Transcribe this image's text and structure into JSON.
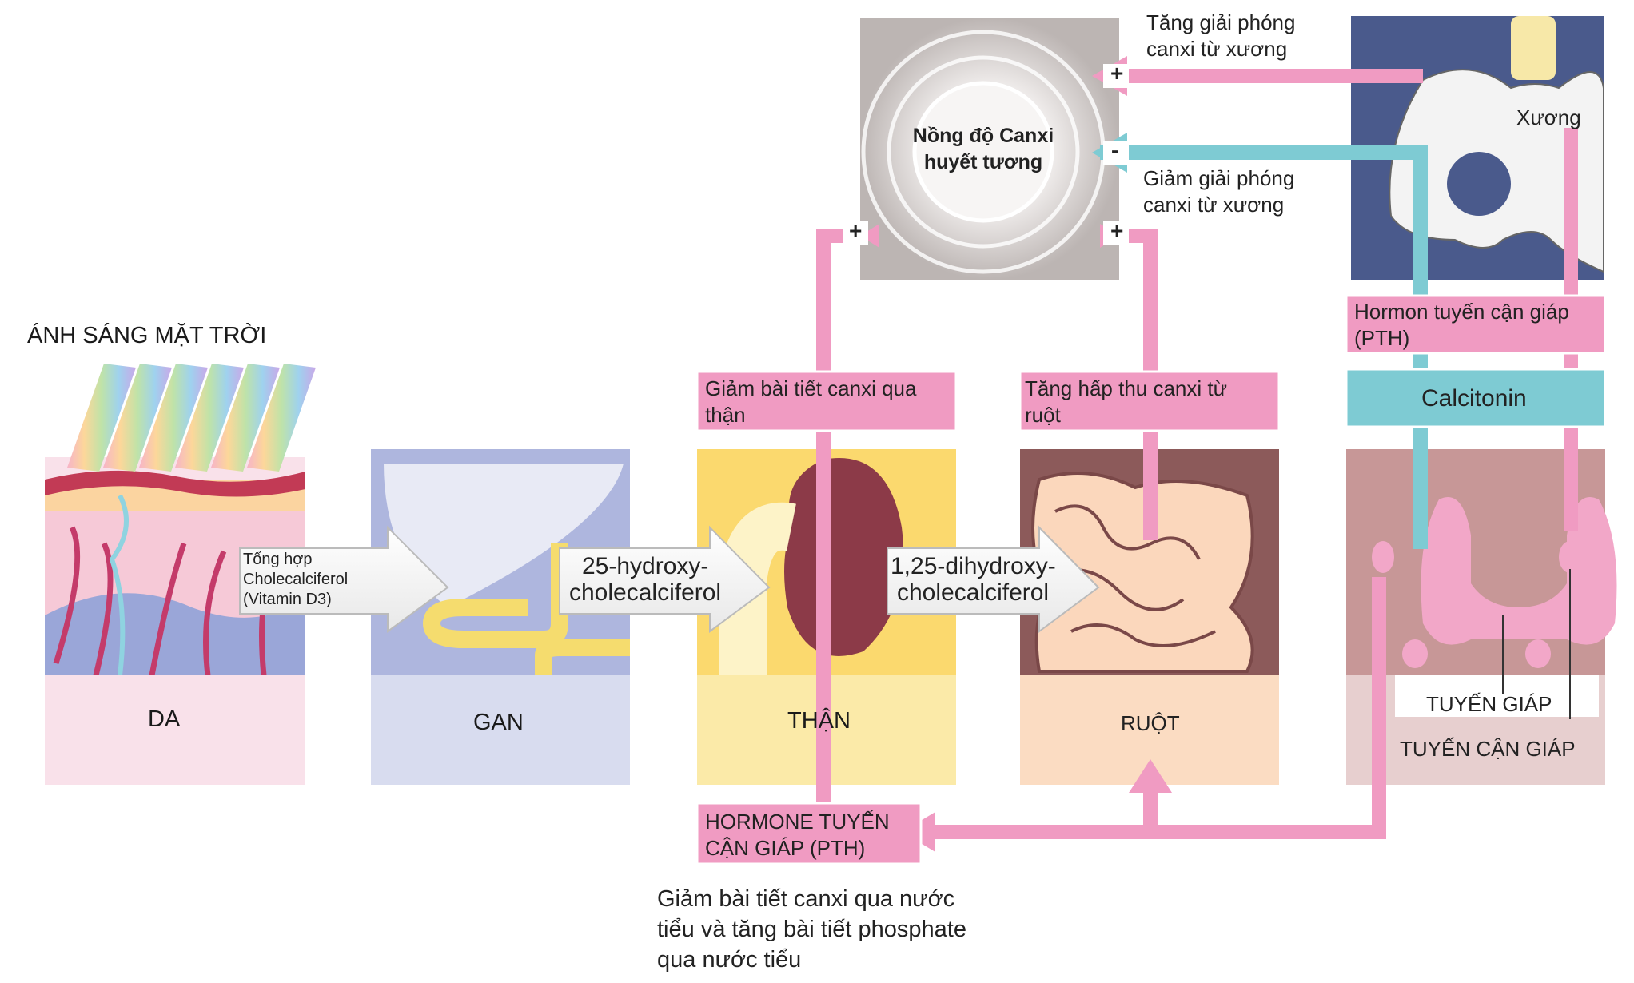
{
  "title": "ÁNH SÁNG MẶT TRỜI",
  "organs": {
    "skin": "DA",
    "liver": "GAN",
    "kidney": "THẬN",
    "intestine": "RUỘT",
    "thyroid": "TUYẾN GIÁP",
    "parathyroid": "TUYẾN CẬN GIÁP",
    "bone": "Xương"
  },
  "arrows": {
    "synthesis": [
      "Tổng hợp",
      "Cholecalciferol",
      "(Vitamin D3)"
    ],
    "hydroxy25": [
      "25-hydroxy-",
      "cholecalciferol"
    ],
    "dihydroxy": [
      "1,25-dihydroxy-",
      "cholecalciferol"
    ]
  },
  "plasma_calcium": [
    "Nồng độ Canxi",
    "huyết tương"
  ],
  "bone_effects": {
    "increase": [
      "Tăng giải phóng",
      "canxi từ xương"
    ],
    "decrease": [
      "Giảm giải phóng",
      "canxi từ xương"
    ]
  },
  "signs": {
    "plus": "+",
    "minus": "-"
  },
  "boxes": {
    "kidney_effect": [
      "Giảm bài tiết canxi qua",
      "thận"
    ],
    "intestine_effect": [
      "Tăng hấp thu canxi từ",
      "ruột"
    ],
    "pth_top": [
      "Hormon tuyến cận giáp",
      "(PTH)"
    ],
    "calcitonin": "Calcitonin",
    "pth_bottom": [
      "HORMONE TUYẾN",
      "CẬN GIÁP (PTH)"
    ]
  },
  "footnote": [
    "Giảm bài tiết canxi qua nước",
    "tiểu và tăng bài tiết phosphate",
    "qua nước tiểu"
  ],
  "colors": {
    "pink": "#f09bc2",
    "teal": "#7ecbd3",
    "skin_panel": "#f9e1ea",
    "liver_panel": "#d8dcef",
    "kidney_panel": "#fbeaa8",
    "intestine_panel": "#fbdcc2",
    "thyroid_panel": "#e7cfcf",
    "bone_panel": "#4a5a8c",
    "kidney": "#8c3a48",
    "thyroid": "#f2a7c8"
  }
}
